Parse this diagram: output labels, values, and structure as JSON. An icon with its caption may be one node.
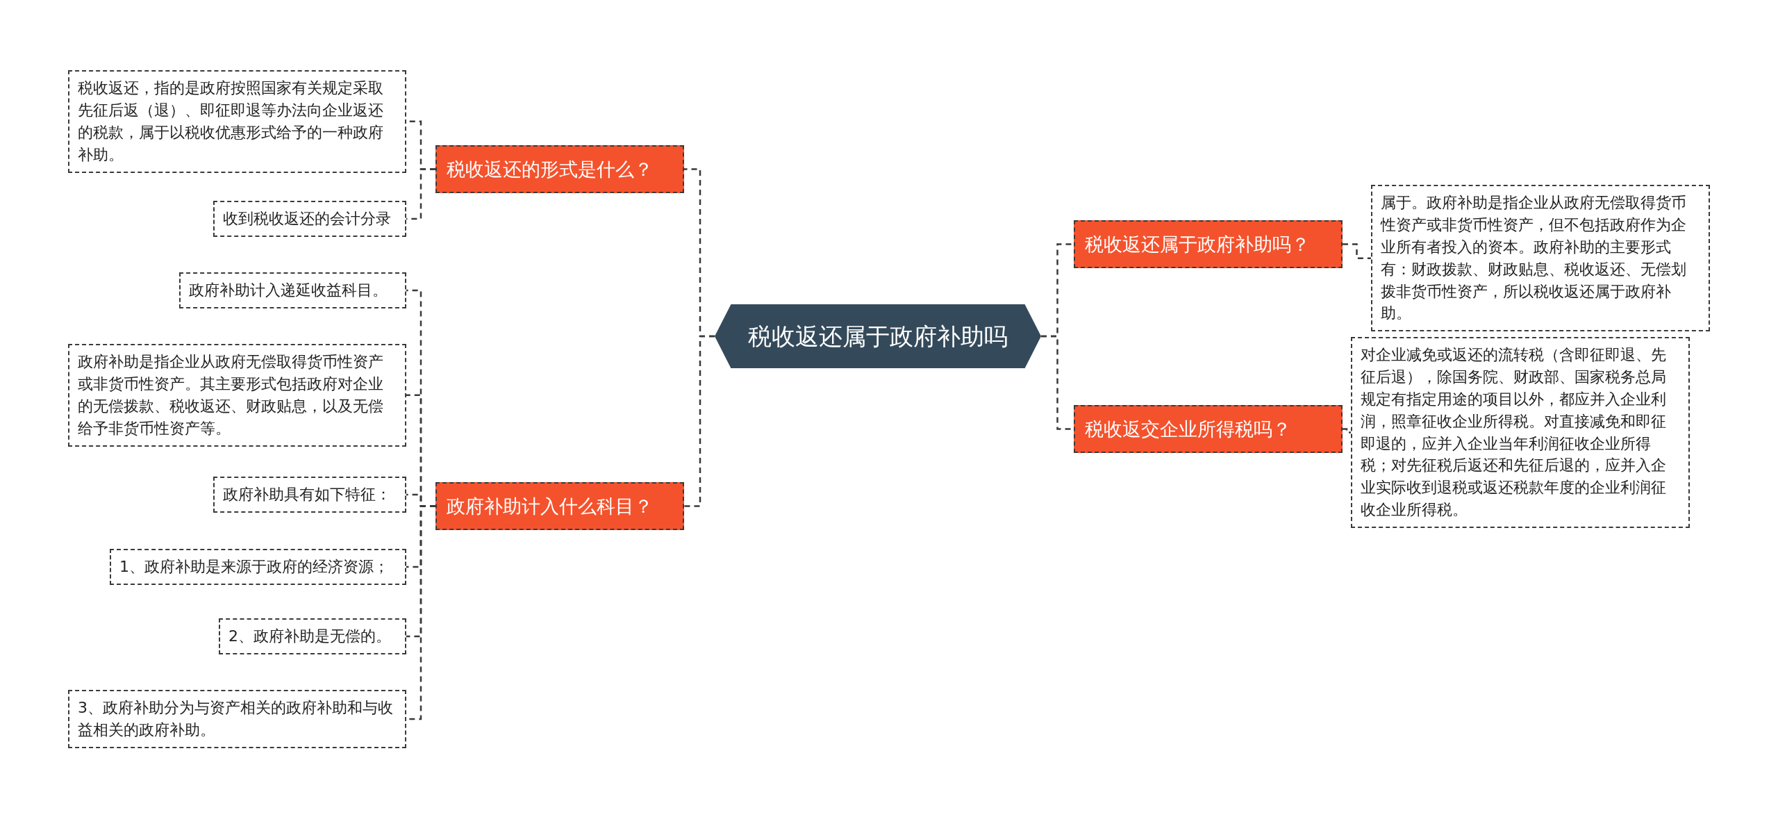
{
  "diagram": {
    "nodes": [
      {
        "text": [
          "税收返还属于政府补助吗"
        ]
      },
      {
        "text": [
          "税收返还的形式是什么？"
        ]
      },
      {
        "text": [
          "税收返还，指的是政府按照国家有关规定采取先征后返（退）、即征即退等办法向企业返还的税款，属于以税收优惠形式给予的一种政府补助。"
        ]
      },
      {
        "text": [
          "收到税收返还的会计分录"
        ]
      },
      {
        "text": [
          "政府补助计入什么科目？"
        ]
      },
      {
        "text": [
          "政府补助计入递延收益科目。"
        ]
      },
      {
        "text": [
          "政府补助是指企业从政府无偿取得货币性资产或非货币性资产。其主要形式包括政府对企业的无偿拨款、税收返还、财政贴息，以及无偿给予非货币性资产等。"
        ]
      },
      {
        "text": [
          "政府补助具有如下特征："
        ]
      },
      {
        "text": [
          "1、政府补助是来源于政府的经济资源；"
        ]
      },
      {
        "text": [
          "2、政府补助是无偿的。"
        ]
      },
      {
        "text": [
          "3、政府补助分为与资产相关的政府补助和与收益相关的政府补助。"
        ]
      },
      {
        "text": [
          "税收返还属于政府补助吗？"
        ]
      },
      {
        "text": [
          "属于。政府补助是指企业从政府无偿取得货币性资产或非货币性资产，但不包括政府作为企业所有者投入的资本。政府补助的主要形式有：财政拨款、财政贴息、税收返还、无偿划拨非货币性资产，所以税收返还属于政府补助。"
        ]
      },
      {
        "text": [
          "税收返交企业所得税吗？"
        ]
      },
      {
        "text": [
          "对企业减免或返还的流转税（含即征即退、先征后退），除国务院、财政部、国家税务总局规定有指定用途的项目以外，都应并入企业利润，照章征收企业所得税。对直接减免和即征即退的，应并入企业当年利润征收企业所得税；对先征税后返还和先征后退的，应并入企业实际收到退税或返还税款年度的企业利润征收企业所得税。"
        ]
      }
    ],
    "edges": [
      {
        "from": 0,
        "to": 1,
        "arrow": "none"
      },
      {
        "from": 1,
        "to": 2,
        "arrow": "none"
      },
      {
        "from": 1,
        "to": 3,
        "arrow": "none"
      },
      {
        "from": 0,
        "to": 4,
        "arrow": "none"
      },
      {
        "from": 4,
        "to": 5,
        "arrow": "none"
      },
      {
        "from": 4,
        "to": 6,
        "arrow": "none"
      },
      {
        "from": 4,
        "to": 7,
        "arrow": "none"
      },
      {
        "from": 4,
        "to": 8,
        "arrow": "none"
      },
      {
        "from": 4,
        "to": 9,
        "arrow": "none"
      },
      {
        "from": 4,
        "to": 10,
        "arrow": "none"
      },
      {
        "from": 0,
        "to": 11,
        "arrow": "none"
      },
      {
        "from": 11,
        "to": 12,
        "arrow": "none"
      },
      {
        "from": 0,
        "to": 13,
        "arrow": "none"
      },
      {
        "from": 13,
        "to": 14,
        "arrow": "none"
      }
    ]
  }
}
